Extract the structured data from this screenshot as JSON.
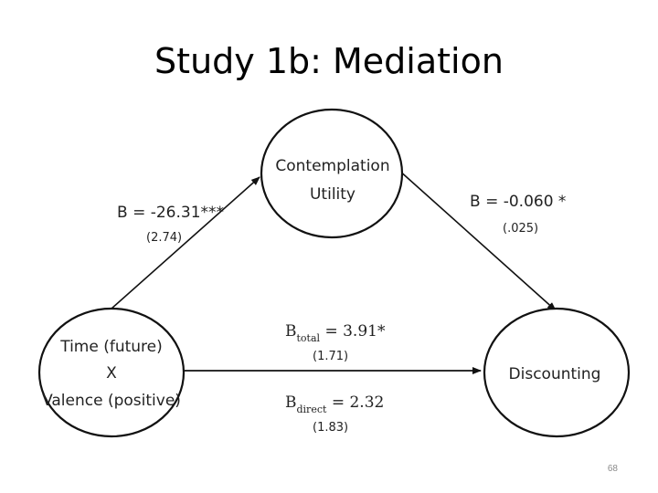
{
  "slide": {
    "title": "Study 1b: Mediation",
    "page_number": "68"
  },
  "nodes": {
    "mediator": {
      "line1": "Contemplation",
      "line2": "Utility"
    },
    "predictor": {
      "line1": "Time (future)",
      "line2": "X",
      "line3": "Valence (positive)"
    },
    "outcome": {
      "label": "Discounting"
    }
  },
  "paths": {
    "a_path": {
      "coef": "B = -26.31***",
      "se": "(2.74)"
    },
    "b_path": {
      "coef": "B = -0.060 *",
      "se": "(.025)"
    },
    "total": {
      "letter": "B",
      "subscript": "total",
      "value": " = 3.91*",
      "se": "(1.71)"
    },
    "direct": {
      "letter": "B",
      "subscript": "direct",
      "value": " = 2.32",
      "se": "(1.83)"
    }
  },
  "colors": {
    "stroke": "#111111",
    "text": "#222222",
    "page_number": "#8a8a8a"
  }
}
